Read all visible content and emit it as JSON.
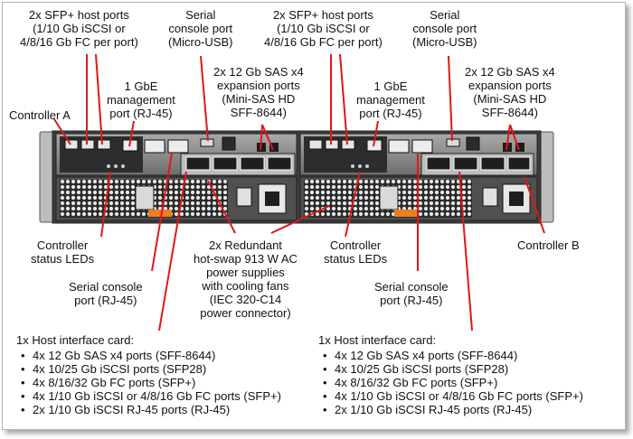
{
  "labels": {
    "sfp_host_a": "2x SFP+ host ports\n(1/10 Gb iSCSI or\n4/8/16 Gb FC per port)",
    "serial_usb_a": "Serial\nconsole port\n(Micro-USB)",
    "sfp_host_b": "2x SFP+ host ports\n(1/10 Gb iSCSI or\n4/8/16 Gb FC per port)",
    "serial_usb_b": "Serial\nconsole port\n(Micro-USB)",
    "mgmt_a": "1 GbE\nmanagement\nport (RJ-45)",
    "sas_a": "2x 12 Gb SAS x4\nexpansion ports\n(Mini-SAS HD\nSFF-8644)",
    "mgmt_b": "1 GbE\nmanagement\nport (RJ-45)",
    "sas_b": "2x 12 Gb SAS x4\nexpansion ports\n(Mini-SAS HD\nSFF-8644)",
    "controller_a": "Controller A",
    "controller_b": "Controller B",
    "status_leds_a": "Controller\nstatus LEDs",
    "status_leds_b": "Controller\nstatus LEDs",
    "psu": "2x Redundant\nhot-swap 913 W AC\npower supplies\nwith cooling fans\n(IEC 320-C14\npower connector)",
    "serial_rj45_a": "Serial console\nport (RJ-45)",
    "serial_rj45_b": "Serial console\nport (RJ-45)"
  },
  "host_cards": [
    {
      "title": "1x Host interface card:",
      "items": [
        "4x 12 Gb SAS x4 ports (SFF-8644)",
        "4x 10/25 Gb iSCSI ports (SFP28)",
        "4x 8/16/32 Gb FC ports (SFP+)",
        "4x 1/10 Gb iSCSI or 4/8/16 Gb FC ports (SFP+)",
        "2x 1/10 Gb iSCSI RJ-45 ports (RJ-45)"
      ]
    },
    {
      "title": "1x Host interface card:",
      "items": [
        "4x 12 Gb SAS x4 ports (SFF-8644)",
        "4x 10/25 Gb iSCSI ports (SFP28)",
        "4x 8/16/32 Gb FC ports (SFP+)",
        "4x 1/10 Gb iSCSI or 4/8/16 Gb FC ports (SFP+)",
        "2x 1/10 Gb iSCSI RJ-45 ports (RJ-45)"
      ]
    }
  ],
  "colors": {
    "callout": "#e0161a",
    "chassis": "#3a3a3a",
    "panel": "#7c7c7c",
    "release_tab": "#f07d1e"
  }
}
